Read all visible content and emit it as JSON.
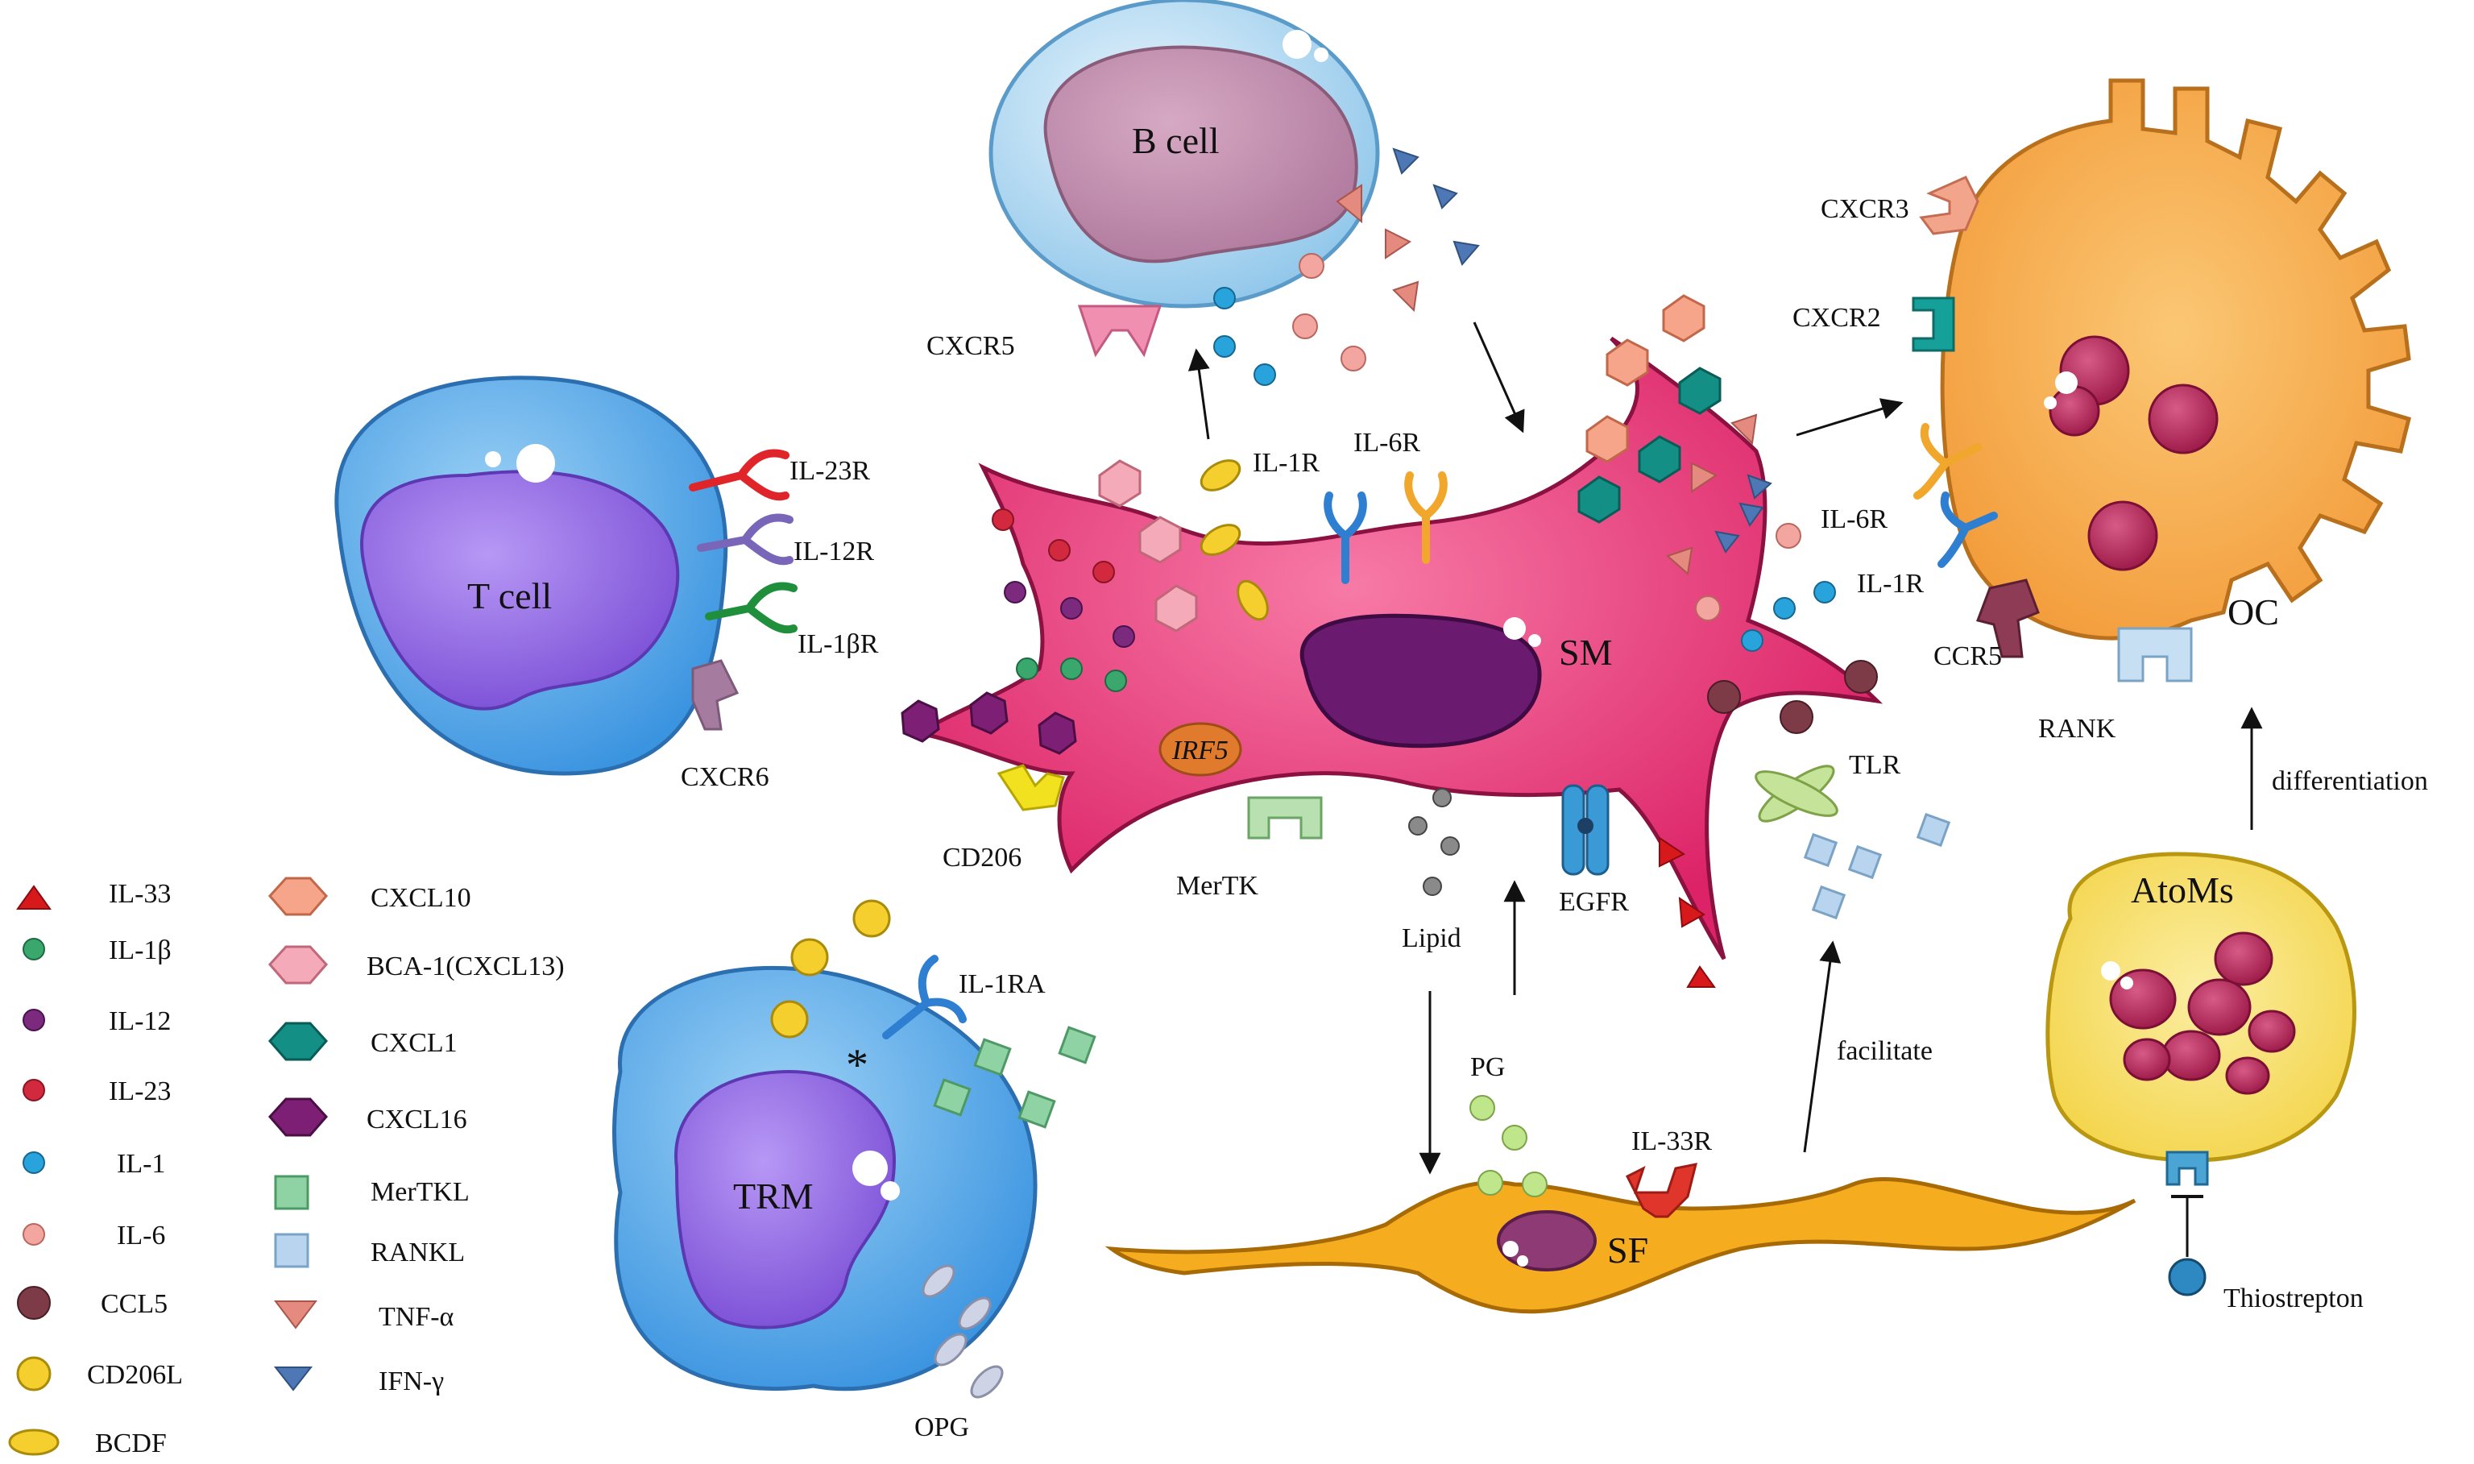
{
  "cells": {
    "b_cell": "B cell",
    "t_cell": "T cell",
    "sm": "SM",
    "trm": "TRM",
    "sf": "SF",
    "oc": "OC",
    "atoms": "AtoMs"
  },
  "receptors": {
    "cxcr5": "CXCR5",
    "il23r": "IL-23R",
    "il12r": "IL-12R",
    "il1br": "IL-1βR",
    "cxcr6": "CXCR6",
    "il1r_sm": "IL-1R",
    "il6r_sm": "IL-6R",
    "cd206": "CD206",
    "irf5": "IRF5",
    "mertk": "MerTK",
    "lipid": "Lipid",
    "egfr": "EGFR",
    "tlr": "TLR",
    "il1ra": "IL-1RA",
    "opg": "OPG",
    "pg": "PG",
    "il33r": "IL-33R",
    "cxcr3": "CXCR3",
    "cxcr2": "CXCR2",
    "il6r_oc": "IL-6R",
    "il1r_oc": "IL-1R",
    "ccr5": "CCR5",
    "rank": "RANK",
    "thiostrepton": "Thiostrepton",
    "asterisk": "*"
  },
  "arrows": {
    "differentiation": "differentiation",
    "facilitate": "facilitate"
  },
  "legend": {
    "col1": [
      {
        "label": "IL-33",
        "icon": "red-triangle",
        "color": "#d7191c"
      },
      {
        "label": "IL-1β",
        "icon": "green-circle",
        "color": "#3aa76d"
      },
      {
        "label": "IL-12",
        "icon": "purple-circle",
        "color": "#7b2a7e"
      },
      {
        "label": "IL-23",
        "icon": "red-circle",
        "color": "#d2293f"
      },
      {
        "label": "IL-1",
        "icon": "blue-circle",
        "color": "#29a3dc"
      },
      {
        "label": "IL-6",
        "icon": "pink-circle",
        "color": "#f3a6a0"
      },
      {
        "label": "CCL5",
        "icon": "brown-circle",
        "color": "#7d3b47"
      },
      {
        "label": "CD206L",
        "icon": "yellow-circle",
        "color": "#f5cf2e"
      },
      {
        "label": "BCDF",
        "icon": "yellow-ellipse",
        "color": "#f5cf2e"
      }
    ],
    "col2": [
      {
        "label": "CXCL10",
        "icon": "salmon-hexagon",
        "color": "#f6a58a"
      },
      {
        "label": "BCA-1(CXCL13)",
        "icon": "pink-hexagon",
        "color": "#f4aab8"
      },
      {
        "label": "CXCL1",
        "icon": "teal-hexagon",
        "color": "#138f86"
      },
      {
        "label": "CXCL16",
        "icon": "purple-hexagon",
        "color": "#7d1f74"
      },
      {
        "label": "MerTKL",
        "icon": "green-square",
        "color": "#8fd2a4"
      },
      {
        "label": "RANKL",
        "icon": "blue-square",
        "color": "#b8d4ee"
      },
      {
        "label": "TNF-α",
        "icon": "salmon-down-triangle",
        "color": "#e58a7e"
      },
      {
        "label": "IFN-γ",
        "icon": "blue-down-triangle",
        "color": "#4d78b5"
      }
    ]
  },
  "colors": {
    "sm_body": "#e6316f",
    "b_cell": "#a7d3ee",
    "t_cell": "#4ea5e6",
    "trm": "#5aaeea",
    "oc_body": "#f7b357",
    "atoms": "#f9e27a",
    "sf": "#f5ad1f",
    "nucleus_purple": "#9a6be0",
    "nucleus_dark": "#7a1d6a"
  }
}
